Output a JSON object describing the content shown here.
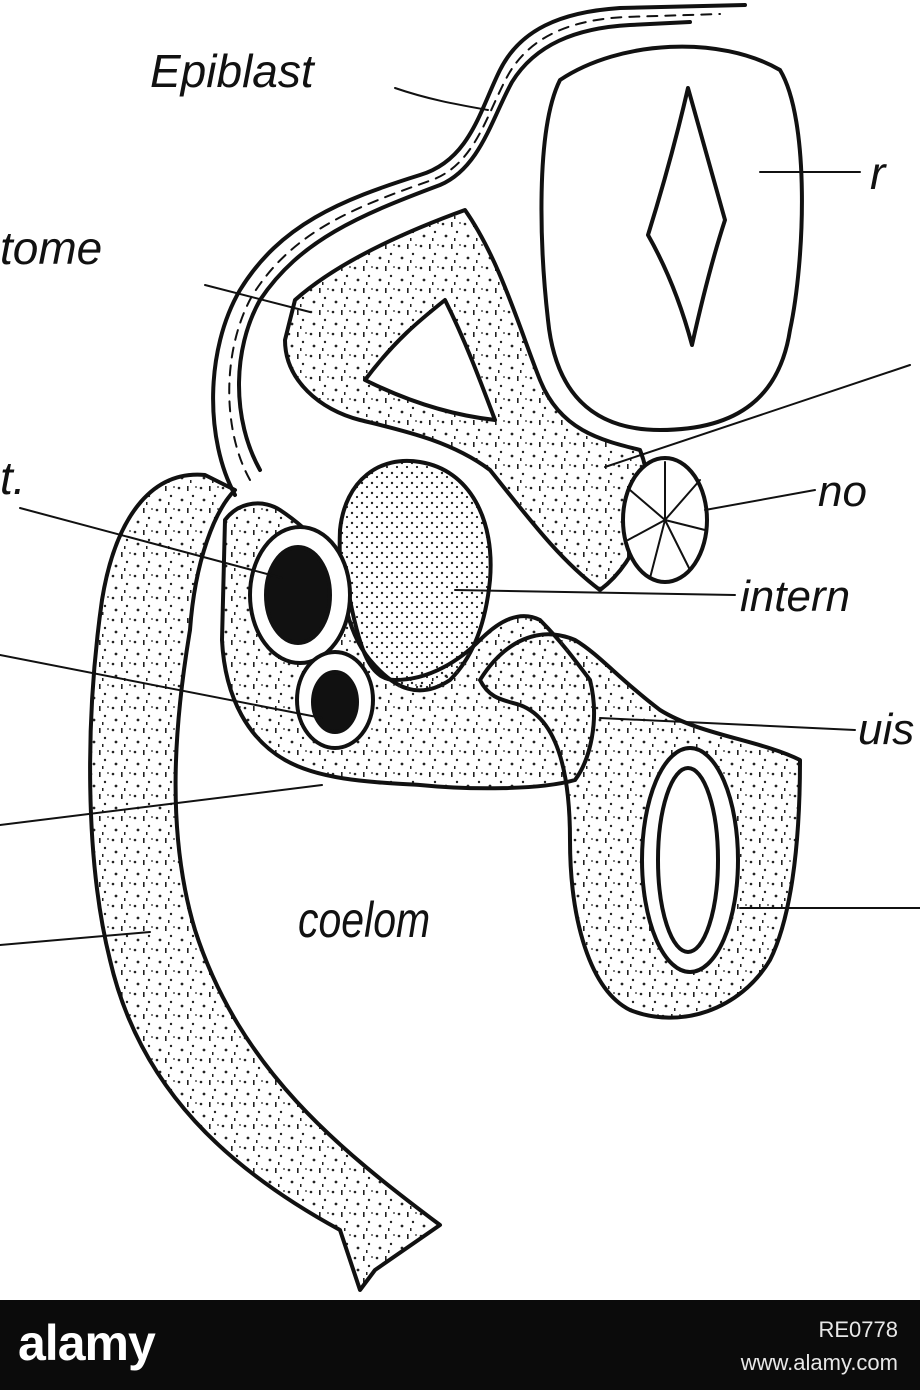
{
  "labels": {
    "epiblast": "Epiblast",
    "tome": "tome",
    "t_fragment": "t.",
    "coelom": "coelom",
    "right_r": "r",
    "notochord_fragment": "no",
    "intermediate_fragment": "intern",
    "visceral_fragment": "uis"
  },
  "watermark": {
    "logo": "alamy",
    "image_id": "RE0778",
    "url": "www.alamy.com"
  },
  "colors": {
    "ink": "#111111",
    "footer_bg": "#0b0b0b",
    "footer_text": "#ffffff"
  }
}
